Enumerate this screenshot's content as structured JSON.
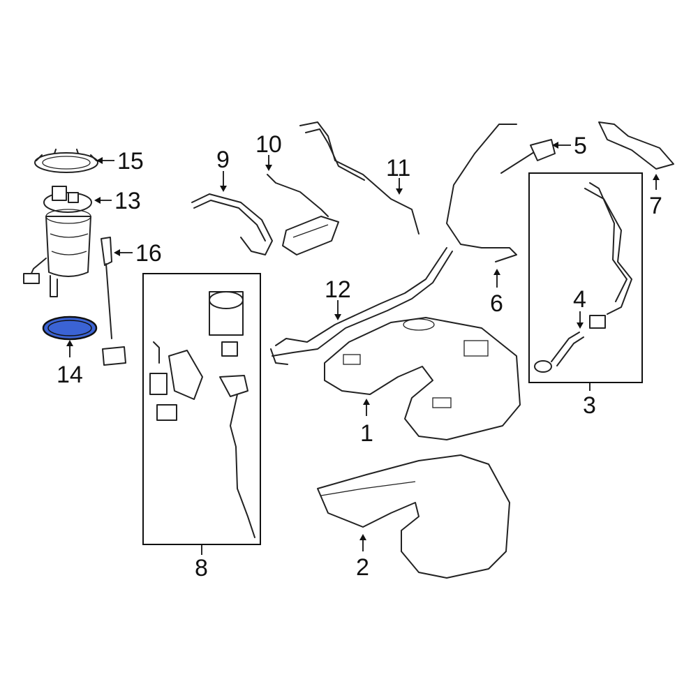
{
  "callouts": {
    "c1": "1",
    "c2": "2",
    "c3": "3",
    "c4": "4",
    "c5": "5",
    "c6": "6",
    "c7": "7",
    "c8": "8",
    "c9": "9",
    "c10": "10",
    "c11": "11",
    "c12": "12",
    "c13": "13",
    "c14": "14",
    "c15": "15",
    "c16": "16"
  },
  "colors": {
    "highlight": "#3b63d4",
    "line": "#222222",
    "background": "#ffffff"
  }
}
